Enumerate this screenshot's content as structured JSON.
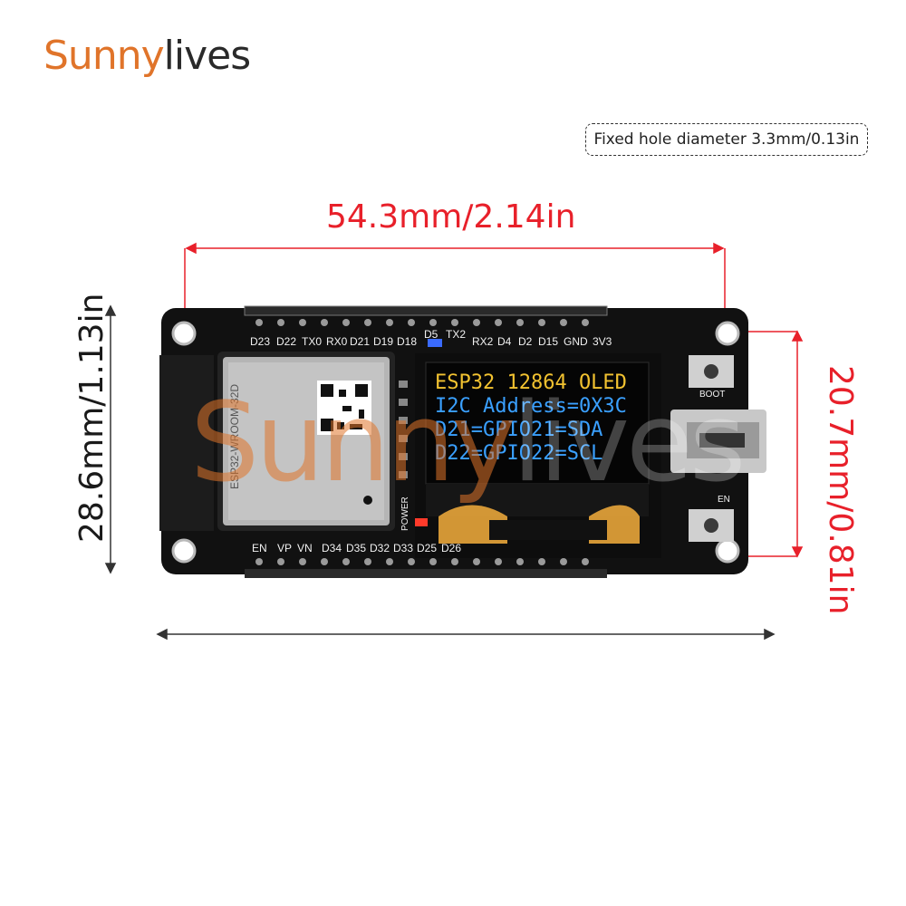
{
  "brand": {
    "part1": "Sunny",
    "part2": "lives"
  },
  "note": "Fixed hole diameter 3.3mm/0.13in",
  "dims": {
    "length": "54.3mm/2.14in",
    "height_total": "28.6mm/1.13in",
    "height_holes": "20.7mm/0.81in"
  },
  "colors": {
    "red": "#e8202a",
    "brand_orange": "#e0742a",
    "board": "#101010",
    "oled_blue": "#3aa0ff",
    "oled_yellow": "#f2c230"
  },
  "top_pins": [
    "D23",
    "D22",
    "TX0",
    "RX0",
    "D21",
    "D19",
    "D18",
    "D5",
    "TX2",
    "RX2",
    "D4",
    "D2",
    "D15",
    "GND",
    "3V3"
  ],
  "bottom_pins": [
    "EN",
    "VP",
    "VN",
    "D34",
    "D35",
    "D32",
    "D33",
    "D25",
    "D26"
  ],
  "module": {
    "label": "ESP32-WROOM-32D"
  },
  "oled": {
    "lines": [
      "ESP32 12864 OLED",
      "I2C Address=0X3C",
      "D21=GPIO21=SDA",
      "D22=GPIO22=SCL"
    ]
  },
  "buttons": {
    "boot": "BOOT",
    "en": "EN"
  },
  "leds": {
    "power": "POWER"
  },
  "watermark": {
    "part1": "Sunny",
    "part2": "lives"
  }
}
